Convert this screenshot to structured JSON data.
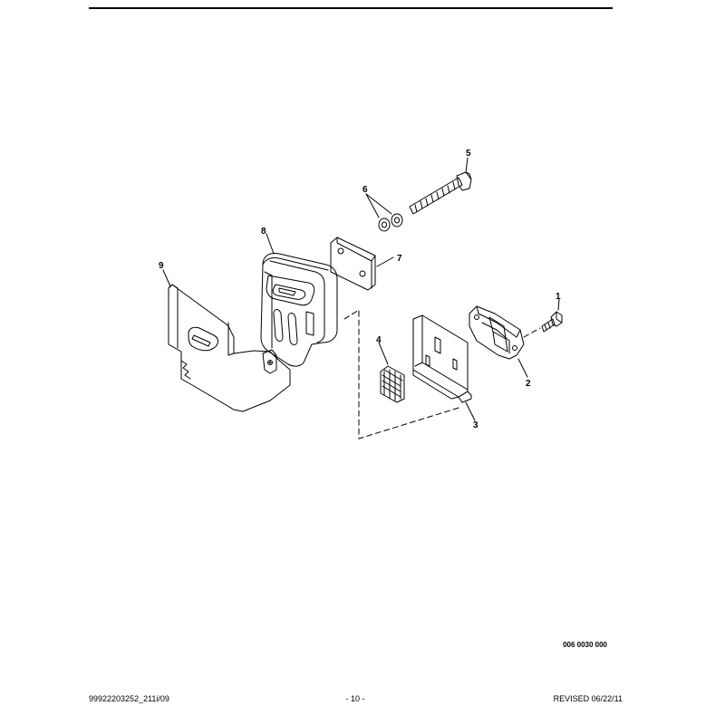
{
  "diagram": {
    "callouts": [
      {
        "id": "1",
        "text": "1"
      },
      {
        "id": "2",
        "text": "2"
      },
      {
        "id": "3",
        "text": "3"
      },
      {
        "id": "4",
        "text": "4"
      },
      {
        "id": "5",
        "text": "5"
      },
      {
        "id": "6",
        "text": "6"
      },
      {
        "id": "7",
        "text": "7"
      },
      {
        "id": "8",
        "text": "8"
      },
      {
        "id": "9",
        "text": "9"
      }
    ],
    "figure_code": "006 0030 000"
  },
  "footer": {
    "left": "99922203252_211i/09",
    "center": "- 10 -",
    "right": "REVISED 06/22/11"
  }
}
